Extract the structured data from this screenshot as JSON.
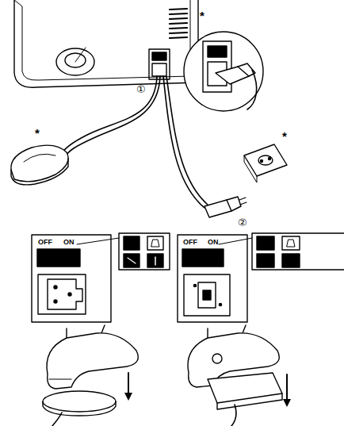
{
  "diagram": {
    "labels": [
      "*",
      "①",
      "*",
      "*",
      "②",
      "OFF",
      "ON",
      "OFF",
      "ON"
    ]
  }
}
